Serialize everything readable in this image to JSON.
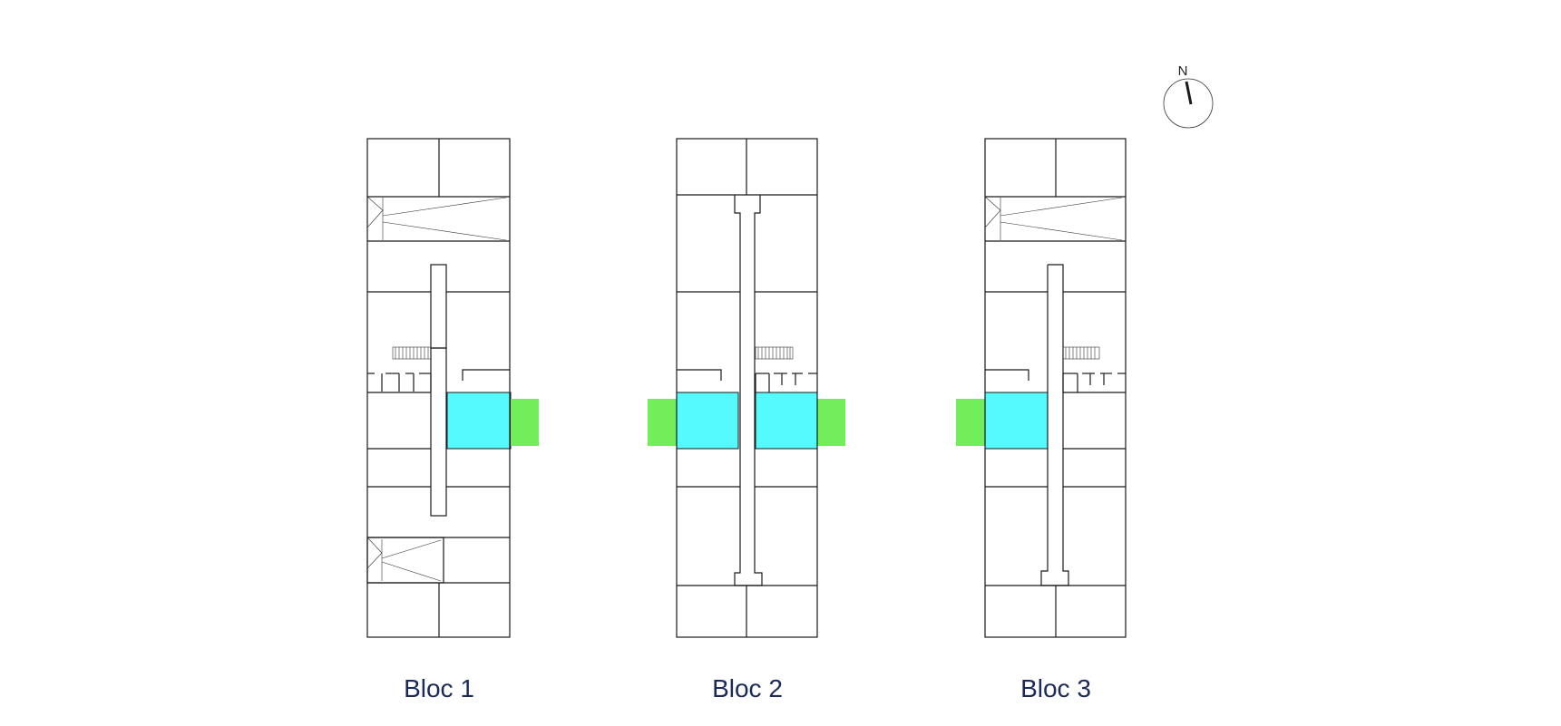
{
  "blocks": [
    {
      "label": "Bloc 1"
    },
    {
      "label": "Bloc 2"
    },
    {
      "label": "Bloc 3"
    }
  ],
  "compass": {
    "north_label": "N"
  },
  "colors": {
    "highlight_unit": "#55fafe",
    "highlight_balcony": "#72ee5a",
    "label_text": "#1b2a57"
  }
}
